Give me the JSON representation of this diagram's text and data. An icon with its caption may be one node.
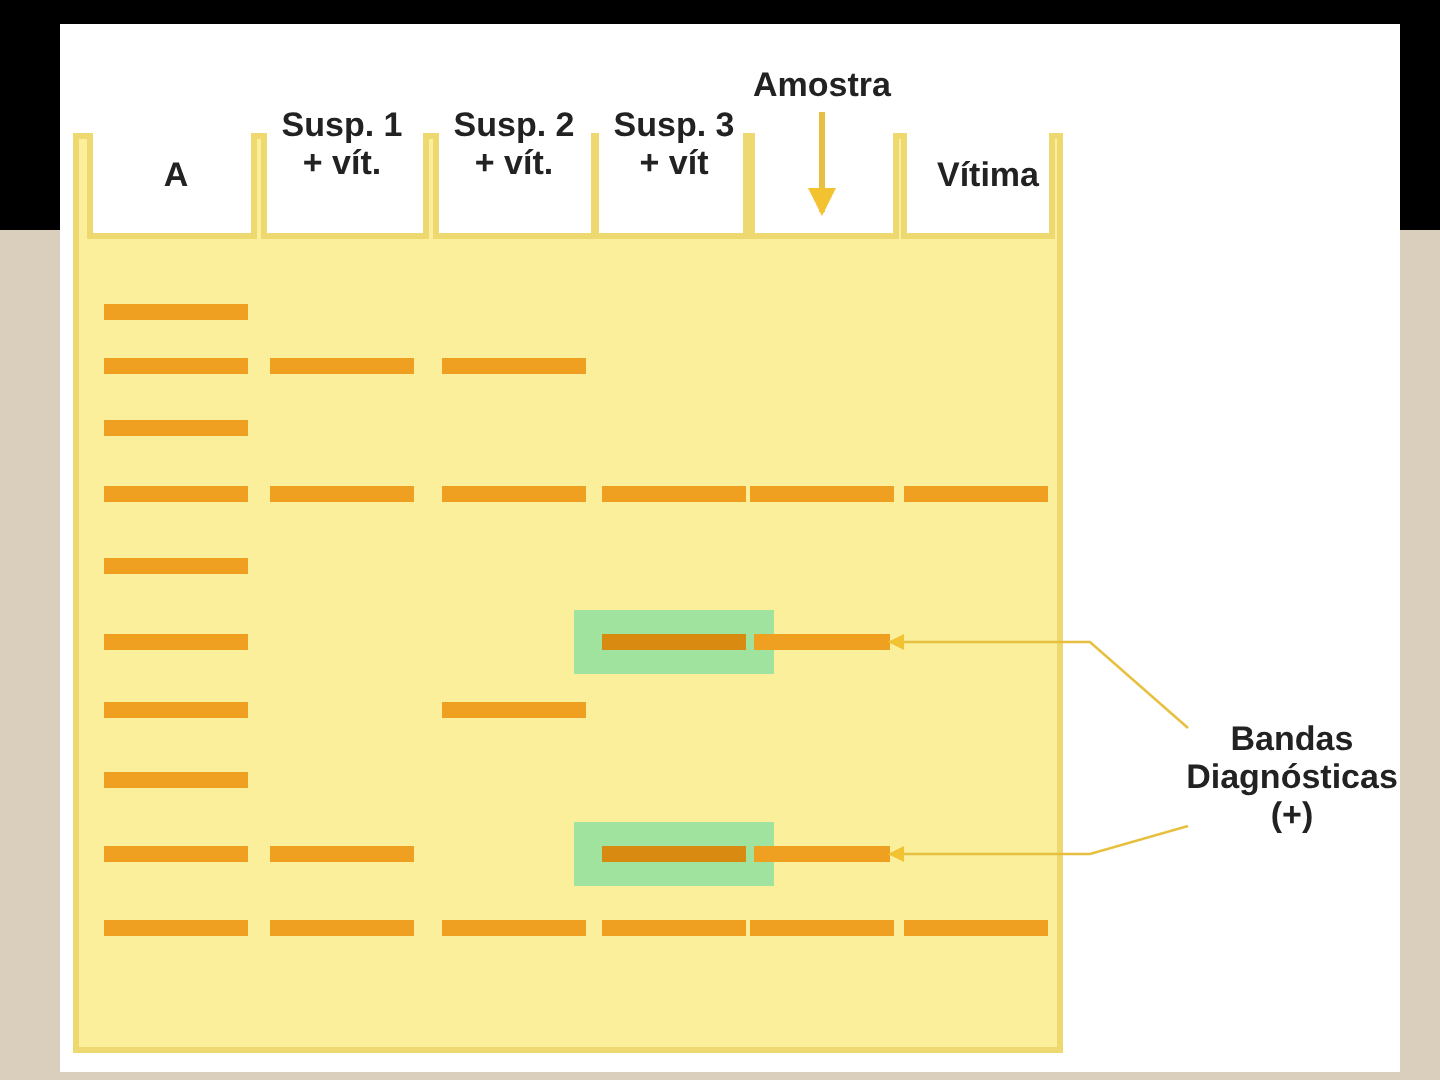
{
  "diagram": {
    "nodes": [
      {
        "text": [
          "Amostra"
        ]
      },
      {
        "text": [],
        "shape": "bar"
      },
      {
        "text": [],
        "shape": "bar"
      },
      {
        "text": [
          "Bandas Diagnósticas (+)"
        ]
      }
    ],
    "edges": [
      {
        "from": 0,
        "to": null,
        "arrow": "to",
        "style": "thick"
      },
      {
        "from": 3,
        "to": 1,
        "arrow": "to"
      },
      {
        "from": 3,
        "to": 2,
        "arrow": "to"
      }
    ],
    "labels": [
      "A",
      "Susp. 1 + vít.",
      "Susp. 2 + vít.",
      "Susp. 3 + vít",
      "Vítima"
    ]
  }
}
